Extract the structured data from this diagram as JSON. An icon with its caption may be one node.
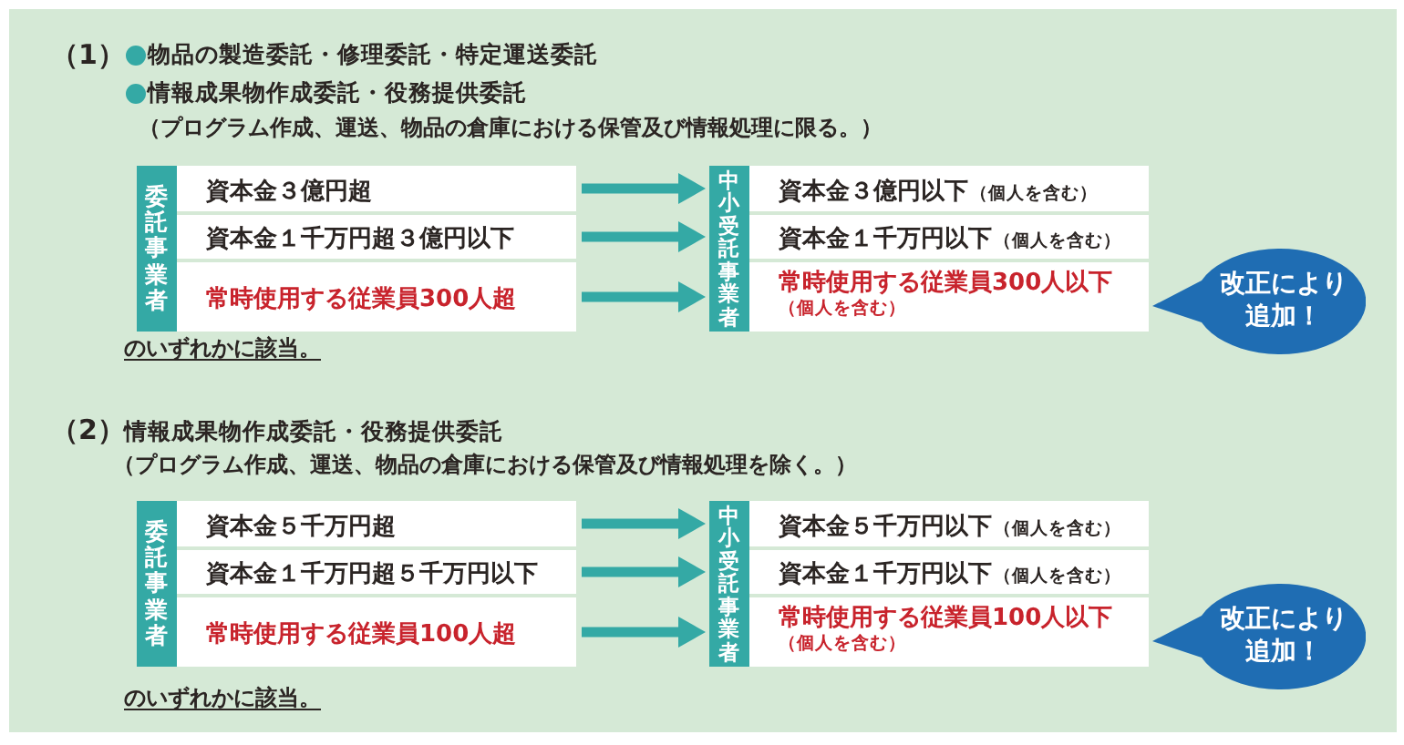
{
  "diagram": {
    "nodes": [
      {
        "text": [
          "委託事業者"
        ]
      },
      {
        "text": [
          "資本金３億円超"
        ]
      },
      {
        "text": [
          "資本金１千万円超３億円以下"
        ]
      },
      {
        "text": [
          "常時使用する従業員300人超"
        ]
      },
      {
        "text": [
          "中小受託事業者"
        ]
      },
      {
        "text": [
          "資本金３億円以下",
          "（個人を含む）"
        ]
      },
      {
        "text": [
          "資本金１千万円以下",
          "（個人を含む）"
        ]
      },
      {
        "text": [
          "常時使用する従業員300人以下",
          "（個人を含む）"
        ]
      },
      {
        "text": [
          "改正により追加！"
        ]
      },
      {
        "text": [
          "委託事業者"
        ]
      },
      {
        "text": [
          "資本金５千万円超"
        ]
      },
      {
        "text": [
          "資本金１千万円超５千万円以下"
        ]
      },
      {
        "text": [
          "常時使用する従業員100人超"
        ]
      },
      {
        "text": [
          "中小受託事業者"
        ]
      },
      {
        "text": [
          "資本金５千万円以下",
          "（個人を含む）"
        ]
      },
      {
        "text": [
          "資本金１千万円以下",
          "（個人を含む）"
        ]
      },
      {
        "text": [
          "常時使用する従業員100人以下",
          "（個人を含む）"
        ]
      },
      {
        "text": [
          "改正により追加！"
        ]
      }
    ],
    "edges": [
      {
        "from": 1,
        "to": 5,
        "arrow": "to"
      },
      {
        "from": 2,
        "to": 6,
        "arrow": "to"
      },
      {
        "from": 3,
        "to": 7,
        "arrow": "to"
      },
      {
        "from": 10,
        "to": 14,
        "arrow": "to"
      },
      {
        "from": 11,
        "to": 15,
        "arrow": "to"
      },
      {
        "from": 12,
        "to": 16,
        "arrow": "to"
      }
    ],
    "labels": [
      "（1）",
      "物品の製造委託・修理委託・特定運送委託",
      "情報成果物作成委託・役務提供委託",
      "（プログラム作成、運送、物品の倉庫における保管及び情報処理に限る。）",
      "のいずれかに該当。",
      "（2）",
      "情報成果物作成委託・役務提供委託",
      "（プログラム作成、運送、物品の倉庫における保管及び情報処理を除く。）",
      "のいずれかに該当。"
    ]
  }
}
